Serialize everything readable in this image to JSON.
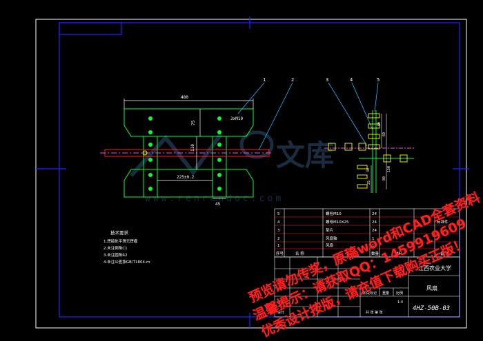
{
  "drawing": {
    "dimensions": {
      "overall_width": "480",
      "height_d1": "75",
      "height_d2": "110",
      "dim_h1": "225±0.2",
      "dim_small": "45",
      "hole_note": "3xM10",
      "right_dims": [
        "50",
        "60",
        "30",
        "80",
        "25",
        "150"
      ]
    },
    "balloons": [
      "1",
      "2",
      "3",
      "4",
      "5"
    ],
    "tech_notes": {
      "title": "技术要求",
      "lines": [
        "1.焊接处平滑无焊瘤",
        "2.未注倒角C1",
        "3.未注圆角R2",
        "4.未注公差按GB/T1804-m"
      ]
    },
    "parts_list": [
      {
        "no": "5",
        "name": "螺栓M10",
        "qty": "24",
        "mat": "",
        "remark": ""
      },
      {
        "no": "4",
        "name": "螺母M10X25",
        "qty": "24",
        "mat": "",
        "remark": "标准件"
      },
      {
        "no": "3",
        "name": "垫片",
        "qty": "24",
        "mat": "",
        "remark": ""
      },
      {
        "no": "2",
        "name": "风扇轴",
        "qty": "1",
        "mat": "",
        "remark": ""
      },
      {
        "no": "1",
        "name": "风扇",
        "qty": "1",
        "mat": "",
        "remark": ""
      }
    ],
    "parts_header": {
      "no": "序号",
      "name": "名 称",
      "qty": "数量",
      "mat": "材料",
      "remark": "备 注"
    },
    "title_block": {
      "school": "江西农业大学",
      "drawing_name": "风扇",
      "drawing_no": "4HZ-50B-03",
      "scale_label": "比例",
      "scale": "1:4",
      "sheet": "共 张 第 张",
      "weight_label": "重量",
      "stage_label": "阶段标记",
      "check_label": "审核",
      "design_label": "设计"
    },
    "site_watermark": "www.renrendoc.com",
    "logo_text": "文库"
  },
  "watermark": {
    "line1": "预览请勿传奖，原稿word和CAD全套资料",
    "line2": "温馨提示：请获取QQ：1459919609",
    "line3": "优秀设计按版，请充值下载购买正版！"
  },
  "colors": {
    "background": "#000000",
    "frame": "#ffffff",
    "inner_frame": "#2323ff",
    "part_lines": "#00ff33",
    "dim_lines": "#ffffff",
    "leader": "#22b8ff",
    "red": "#ff2020",
    "magenta": "#ff40ff",
    "yellow": "#ffff00"
  }
}
